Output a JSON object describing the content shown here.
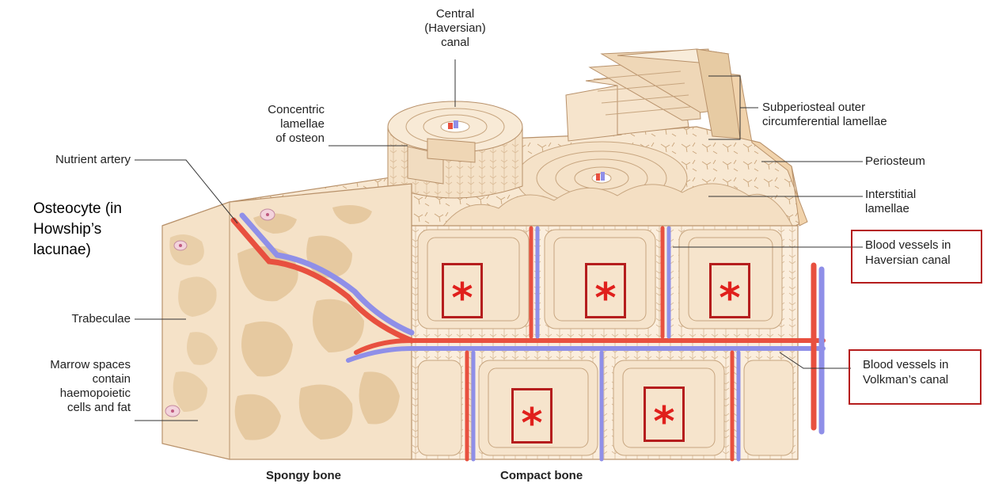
{
  "labels": {
    "central_canal": [
      "Central",
      "(Haversian)",
      "canal"
    ],
    "concentric_lamellae": [
      "Concentric",
      "lamellae",
      "of osteon"
    ],
    "nutrient_artery": "Nutrient artery",
    "osteocyte": [
      "Osteocyte (in",
      "Howship’s",
      "lacunae)"
    ],
    "trabeculae": "Trabeculae",
    "marrow_spaces": [
      "Marrow spaces",
      "contain",
      "haemopoietic",
      "cells and fat"
    ],
    "subperiosteal": [
      "Subperiosteal outer",
      "circumferential lamellae"
    ],
    "periosteum": "Periosteum",
    "interstitial": [
      "Interstitial",
      "lamellae"
    ],
    "haversian_vessels": [
      "Blood vessels in",
      "Haversian canal"
    ],
    "volkman_vessels": [
      "Blood vessels in",
      "Volkman’s canal"
    ],
    "spongy_bone": "Spongy bone",
    "compact_bone": "Compact bone"
  },
  "markers": {
    "asterisk": "*"
  },
  "colors": {
    "bone_light": "#fbeedd",
    "bone_mid": "#f1dcc0",
    "bone_dark": "#d9bb94",
    "artery": "#e8503f",
    "vein": "#8f8fe8",
    "highlight_box": "#b51d1d",
    "asterisk": "#e0201c"
  }
}
